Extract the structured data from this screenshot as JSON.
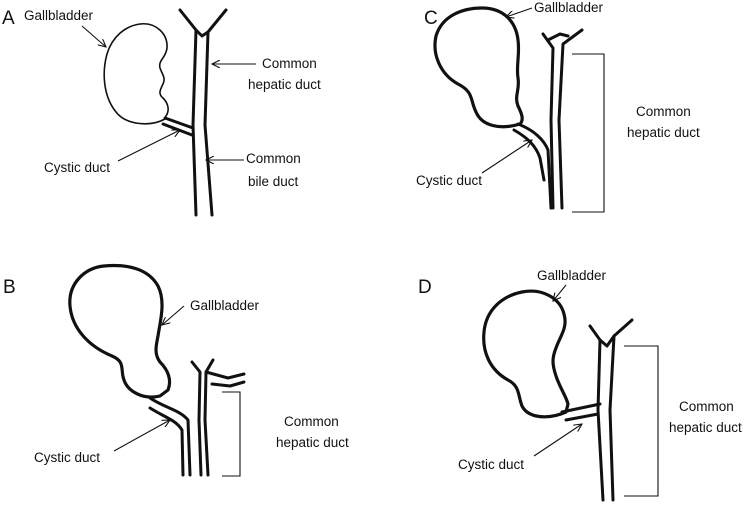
{
  "panels": {
    "a": {
      "letter": "A",
      "gallbladder": "Gallbladder",
      "common_hepatic_1": "Common",
      "common_hepatic_2": "hepatic duct",
      "cystic": "Cystic duct",
      "common_bile_1": "Common",
      "common_bile_2": "bile duct"
    },
    "b": {
      "letter": "B",
      "gallbladder": "Gallbladder",
      "cystic": "Cystic duct",
      "common_hepatic_1": "Common",
      "common_hepatic_2": "hepatic duct"
    },
    "c": {
      "letter": "C",
      "gallbladder": "Gallbladder",
      "cystic": "Cystic duct",
      "common_hepatic_1": "Common",
      "common_hepatic_2": "hepatic duct"
    },
    "d": {
      "letter": "D",
      "gallbladder": "Gallbladder",
      "cystic": "Cystic duct",
      "common_hepatic_1": "Common",
      "common_hepatic_2": "hepatic duct"
    }
  }
}
